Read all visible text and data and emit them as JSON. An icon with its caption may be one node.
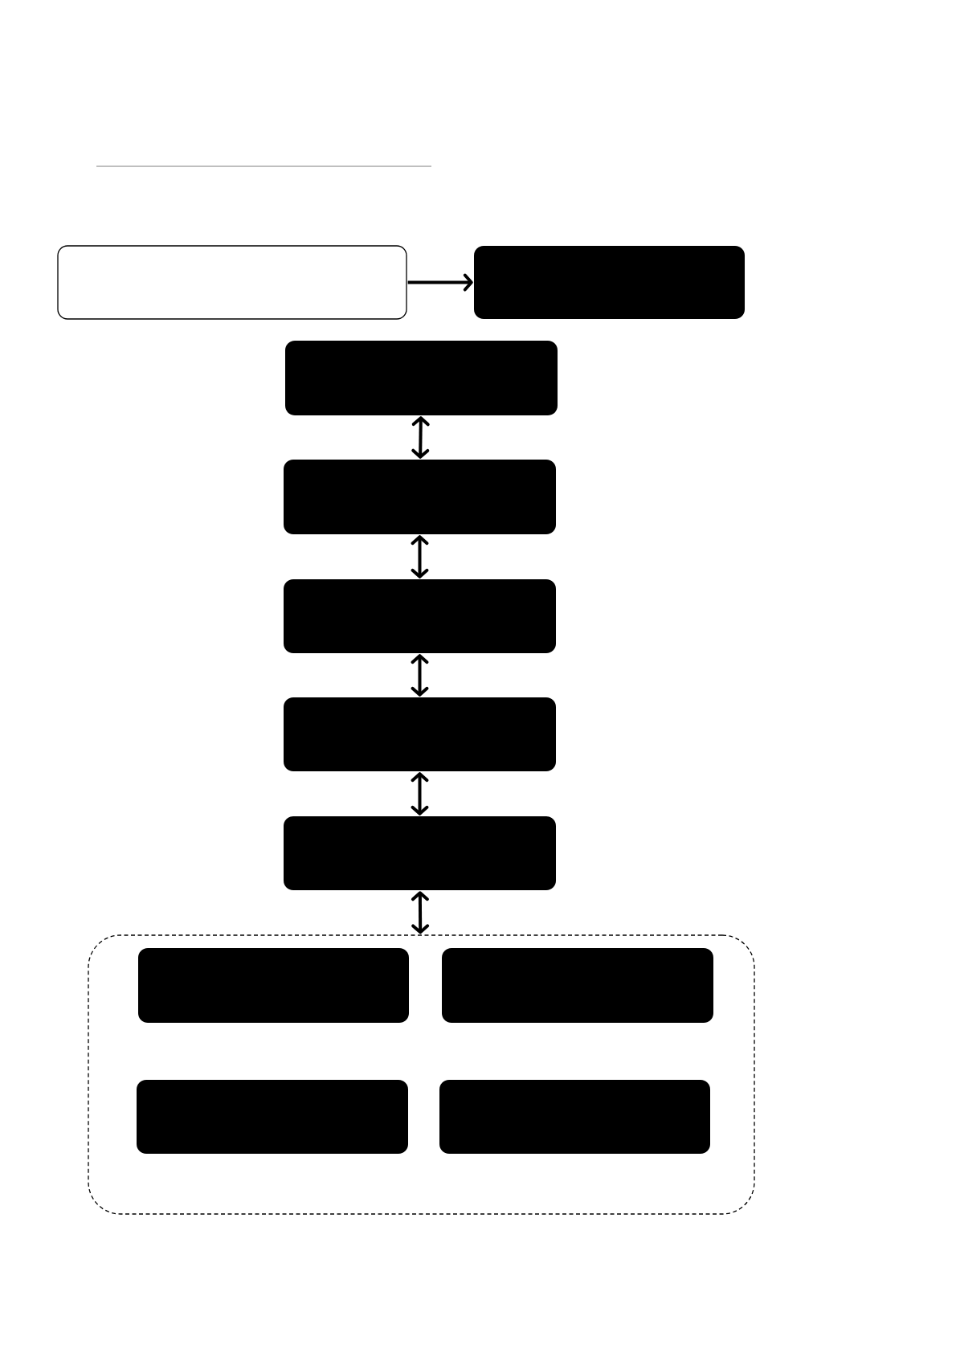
{
  "diagram": {
    "nodes": [
      {
        "text": [],
        "shape": "box"
      },
      {
        "text": [],
        "shape": "box"
      },
      {
        "text": [],
        "shape": "box"
      },
      {
        "text": [],
        "shape": "box"
      },
      {
        "text": [],
        "shape": "box"
      },
      {
        "text": [],
        "shape": "box"
      },
      {
        "text": [],
        "shape": "box"
      },
      {
        "text": [],
        "shape": "box"
      },
      {
        "text": [],
        "shape": "box",
        "in": 7
      },
      {
        "text": [],
        "shape": "box",
        "in": 7
      },
      {
        "text": [],
        "shape": "box",
        "in": 7
      },
      {
        "text": [],
        "shape": "box",
        "in": 7
      }
    ],
    "edges": [
      {
        "from": 0,
        "to": 1,
        "arrow": "to"
      },
      {
        "from": 2,
        "to": 3,
        "arrow": "both"
      },
      {
        "from": 3,
        "to": 4,
        "arrow": "both"
      },
      {
        "from": 4,
        "to": 5,
        "arrow": "both"
      },
      {
        "from": 5,
        "to": 6,
        "arrow": "both"
      },
      {
        "from": 6,
        "to": 7,
        "arrow": "both"
      }
    ]
  }
}
